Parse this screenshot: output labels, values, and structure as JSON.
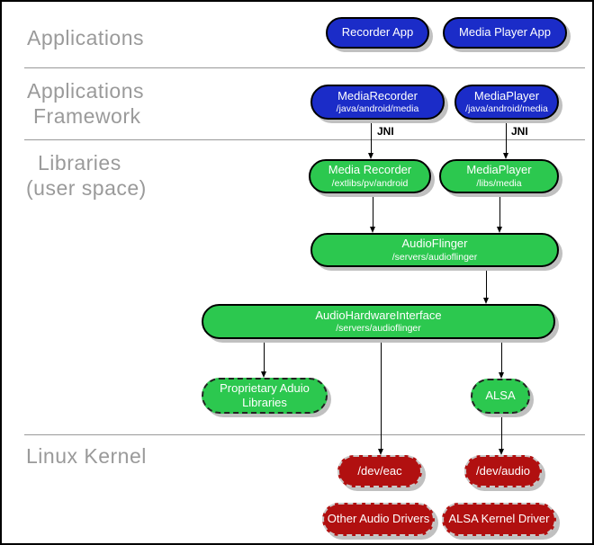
{
  "colors": {
    "blue": "#1b2cc8",
    "green": "#2cc84f",
    "red": "#b11010",
    "shadow": "#c0c0c0",
    "divider": "#999999",
    "label": "#9a9a9a",
    "pilltext": "#ffffff"
  },
  "layers": {
    "applications": "Applications",
    "framework_line1": "Applications",
    "framework_line2": "Framework",
    "libraries_line1": "Libraries",
    "libraries_line2": "(user space)",
    "kernel": "Linux Kernel"
  },
  "connectors": {
    "jni_left": "JNI",
    "jni_right": "JNI"
  },
  "nodes": {
    "recorder_app": {
      "title": "Recorder App"
    },
    "media_player_app": {
      "title": "Media Player App"
    },
    "media_recorder_fw": {
      "title": "MediaRecorder",
      "subtitle": "/java/android/media"
    },
    "media_player_fw": {
      "title": "MediaPlayer",
      "subtitle": "/java/android/media"
    },
    "media_recorder_lib": {
      "title": "Media Recorder",
      "subtitle": "/extlibs/pv/android"
    },
    "media_player_lib": {
      "title": "MediaPlayer",
      "subtitle": "/libs/media"
    },
    "audio_flinger": {
      "title": "AudioFlinger",
      "subtitle": "/servers/audioflinger"
    },
    "audio_hardware_interface": {
      "title": "AudioHardwareInterface",
      "subtitle": "/servers/audioflinger"
    },
    "proprietary_audio_libs": {
      "title": "Proprietary Aduio",
      "subtitle": "Libraries"
    },
    "alsa": {
      "title": "ALSA"
    },
    "dev_eac": {
      "title": "/dev/eac"
    },
    "dev_audio": {
      "title": "/dev/audio"
    },
    "other_audio_drivers": {
      "title": "Other Audio Drivers"
    },
    "alsa_kernel_driver": {
      "title": "ALSA Kernel Driver"
    }
  }
}
